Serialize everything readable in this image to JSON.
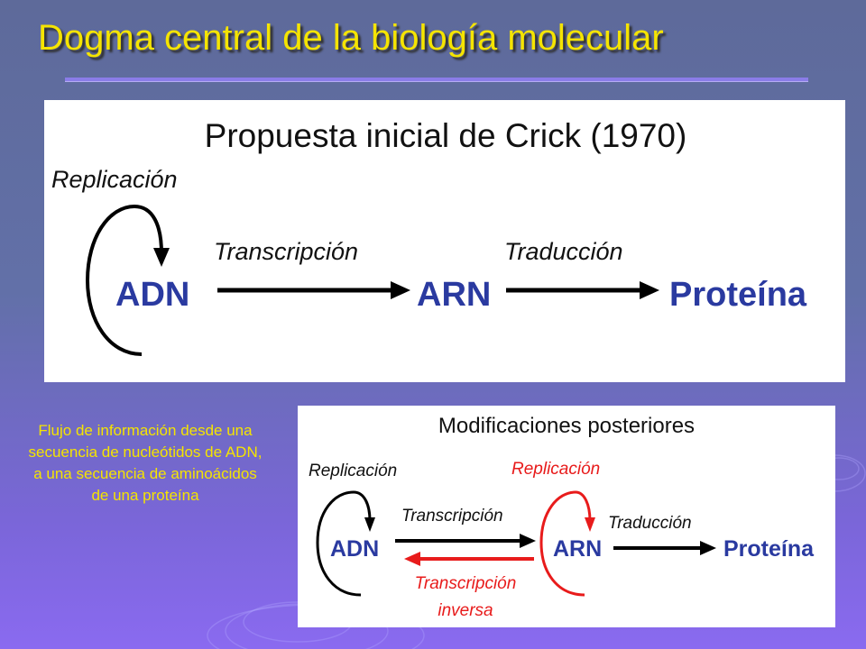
{
  "title": "Dogma central de la biología molecular",
  "top_diagram": {
    "heading": "Propuesta inicial de Crick (1970)",
    "replication": "Replicación",
    "transcription": "Transcripción",
    "translation": "Traducción",
    "dna": "ADN",
    "rna": "ARN",
    "protein": "Proteína"
  },
  "bottom_diagram": {
    "heading": "Modificaciones posteriores",
    "replication_dna": "Replicación",
    "replication_rna": "Replicación",
    "transcription": "Transcripción",
    "translation": "Traducción",
    "reverse_transcription_line1": "Transcripción",
    "reverse_transcription_line2": "inversa",
    "dna": "ADN",
    "rna": "ARN",
    "protein": "Proteína"
  },
  "caption": "Flujo de información desde una secuencia de nucleótidos de ADN, a una secuencia de aminoácidos de una proteína",
  "colors": {
    "title": "#f5e400",
    "molecule_label": "#2a3aa0",
    "reverse_flow": "#e81b1b",
    "panel": "#ffffff"
  }
}
